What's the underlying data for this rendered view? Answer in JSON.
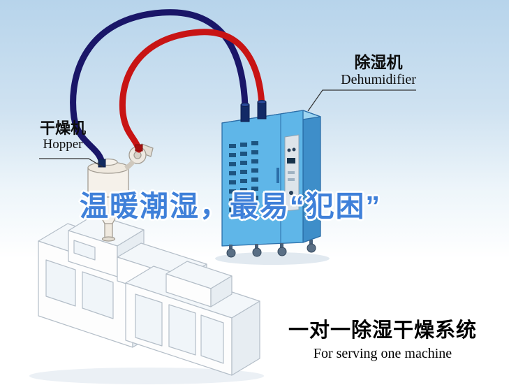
{
  "hopper_label": {
    "zh": "干燥机",
    "en": "Hopper"
  },
  "dehumidifier_label": {
    "zh": "除湿机",
    "en": "Dehumidifier"
  },
  "watermark": {
    "text": "温暖潮湿，最易“犯困”",
    "color": "#3f80d9"
  },
  "footer": {
    "title": "一对一除湿干燥系统",
    "subtitle": "For serving one machine"
  },
  "colors": {
    "pipe_red": "#c81414",
    "pipe_navy": "#1a1668",
    "dehumidifier_front": "#5fb6e8",
    "dehumidifier_side": "#3e8ec9",
    "dehumidifier_top": "#9ed5f1",
    "machine_line": "#b4bec8"
  }
}
